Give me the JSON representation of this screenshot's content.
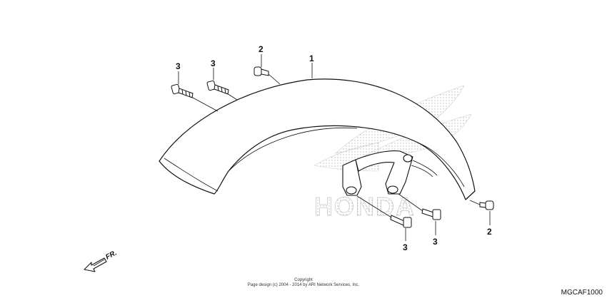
{
  "diagram": {
    "callouts": [
      "1",
      "2",
      "3",
      "3",
      "2",
      "3",
      "3"
    ],
    "direction_label": "FR.",
    "watermark_brand": "HONDA"
  },
  "footer": {
    "copyright_line1": "Copyright",
    "copyright_line2": "Page design (c) 2004 - 2014 by ARI Network Services, Inc.",
    "diagram_code": "MGCAF1000"
  },
  "colors": {
    "line": "#111111",
    "watermark": "#bfbfbf"
  }
}
